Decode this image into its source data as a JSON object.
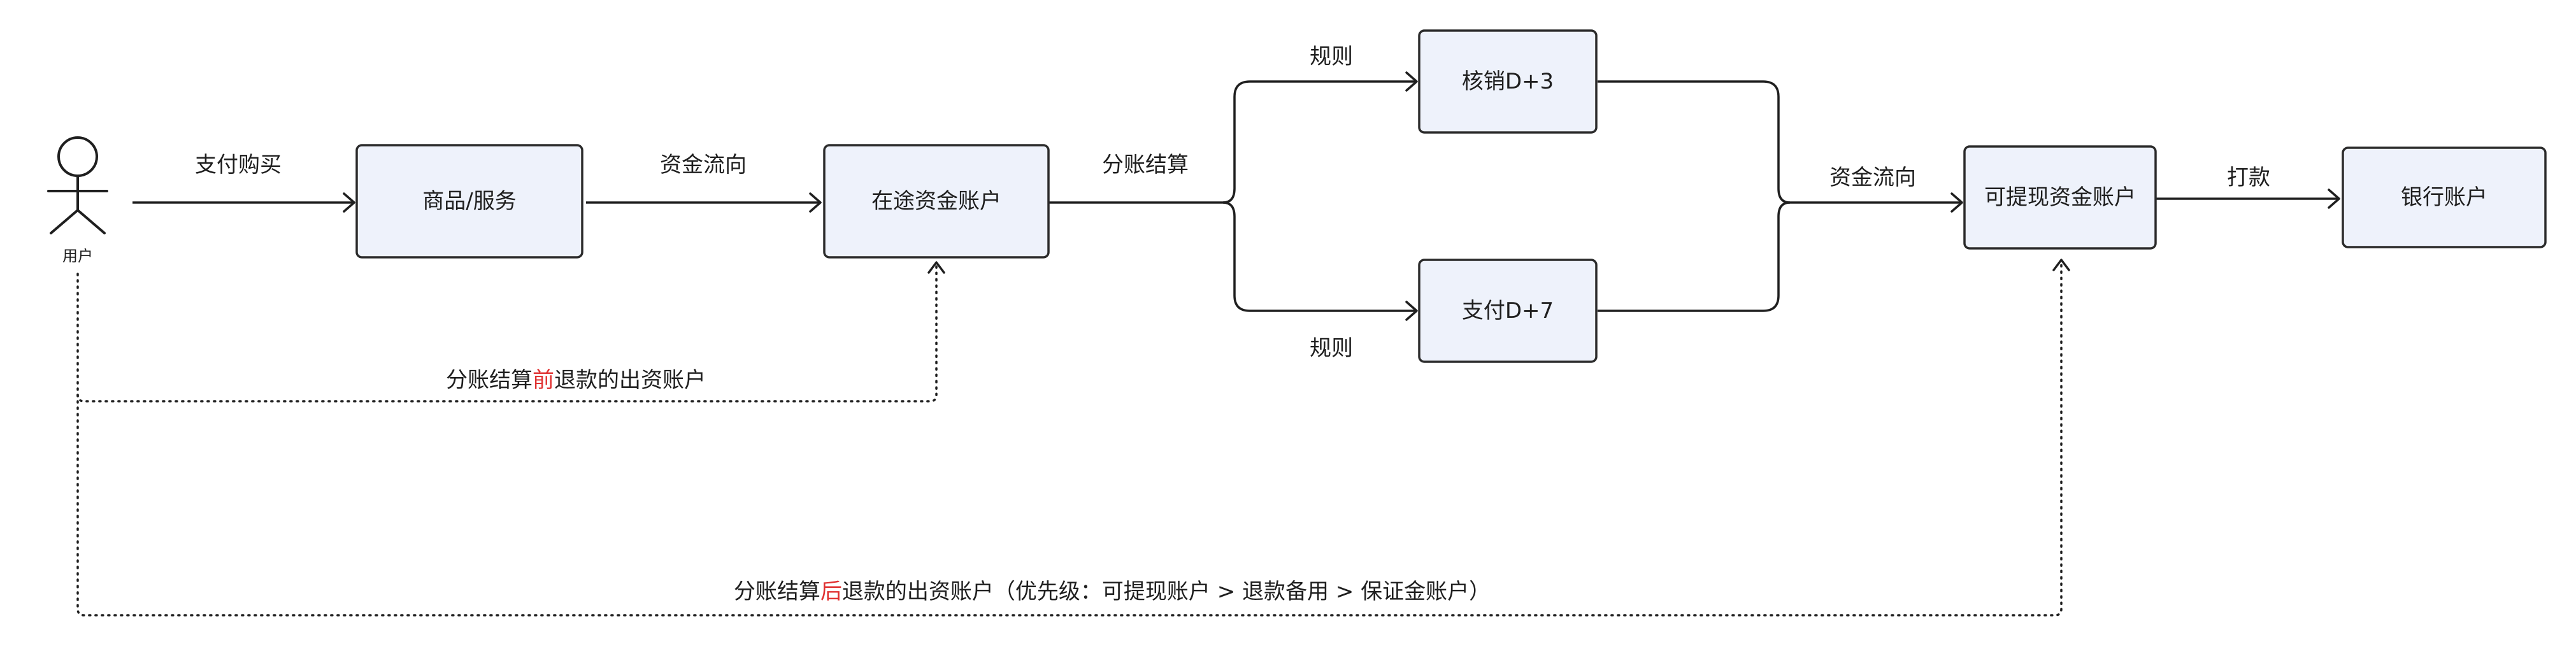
{
  "nodes": {
    "user": "用户",
    "goods": "商品/服务",
    "transit": "在途资金账户",
    "verify": "核销D+3",
    "pay": "支付D+7",
    "withdrawable": "可提现资金账户",
    "bank": "银行账户"
  },
  "edges": {
    "pay_buy": "支付购买",
    "flow_1": "资金流向",
    "split": "分账结算",
    "rule_top": "规则",
    "rule_bottom": "规则",
    "flow_2": "资金流向",
    "payout": "打款"
  },
  "refund_before": {
    "prefix": "分账结算",
    "highlight": "前",
    "suffix": "退款的出资账户"
  },
  "refund_after": {
    "prefix": "分账结算",
    "highlight": "后",
    "suffix": "退款的出资账户（优先级：可提现账户 > 退款备用 > 保证金账户）"
  },
  "colors": {
    "node_fill": "#eef2fb",
    "highlight": "#e03131"
  }
}
